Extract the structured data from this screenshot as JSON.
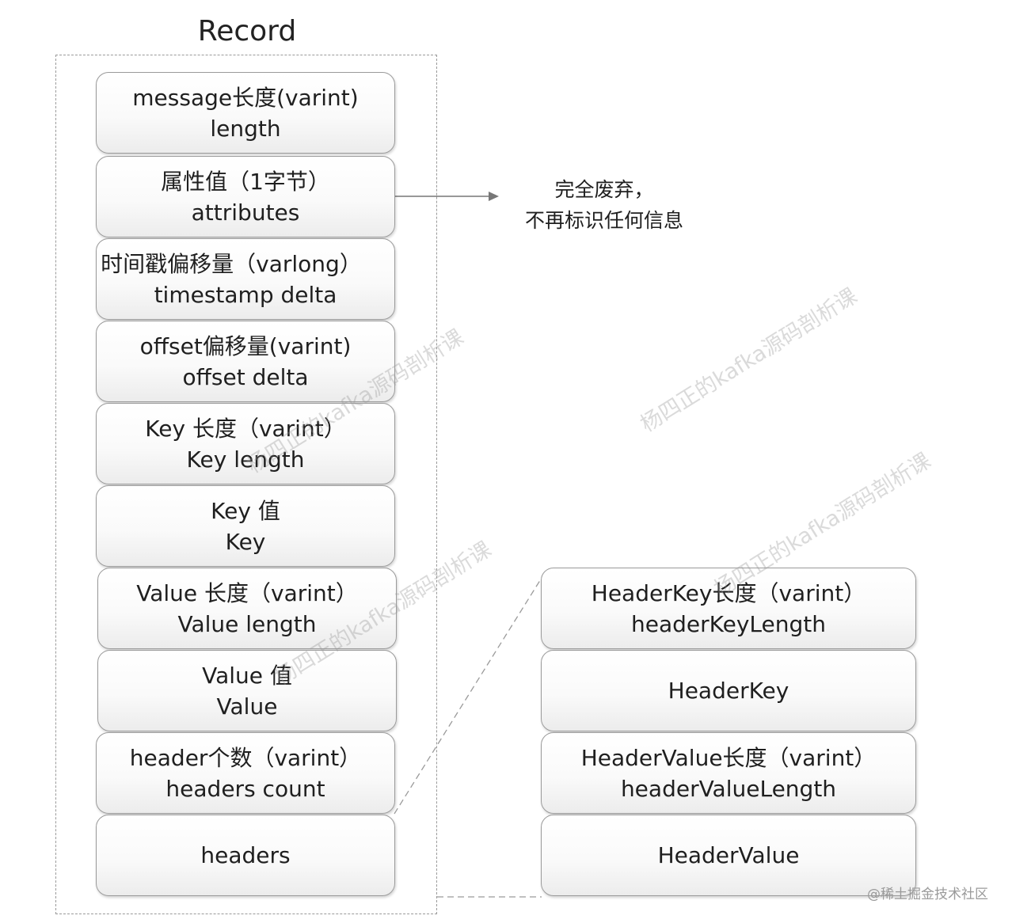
{
  "title": "Record",
  "record_fields": [
    {
      "line1": "message长度(varint)",
      "line2": "length"
    },
    {
      "line1": "属性值（1字节）",
      "line2": "attributes"
    },
    {
      "line1": "时间戳偏移量（varlong）",
      "line2": "timestamp delta"
    },
    {
      "line1": "offset偏移量(varint)",
      "line2": "offset delta"
    },
    {
      "line1": "Key 长度（varint）",
      "line2": "Key length"
    },
    {
      "line1": "Key 值",
      "line2": "Key"
    },
    {
      "line1": "Value 长度（varint）",
      "line2": "Value length"
    },
    {
      "line1": "Value 值",
      "line2": "Value"
    },
    {
      "line1": "header个数（varint）",
      "line2": "headers count"
    },
    {
      "line1": "headers"
    }
  ],
  "header_fields": [
    {
      "line1": "HeaderKey长度（varint）",
      "line2": "headerKeyLength"
    },
    {
      "line1": "HeaderKey"
    },
    {
      "line1": "HeaderValue长度（varint）",
      "line2": "headerValueLength"
    },
    {
      "line1": "HeaderValue"
    }
  ],
  "note": {
    "line1": "完全废弃，",
    "line2": "不再标识任何信息"
  },
  "watermark": "杨四正的kafka源码剖析课",
  "credit": "@稀土掘金技术社区"
}
